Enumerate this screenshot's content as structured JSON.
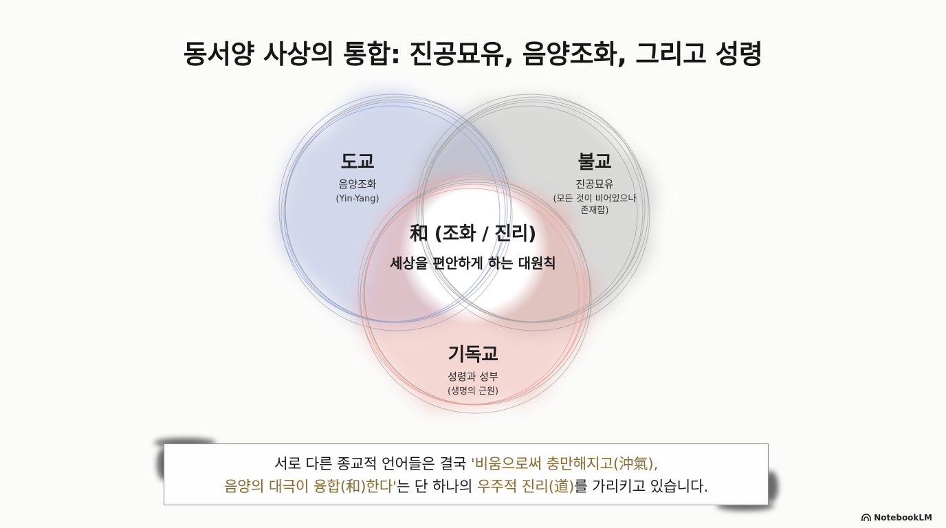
{
  "title": "동서양 사상의 통합: 진공묘유, 음양조화, 그리고 성령",
  "colors": {
    "taoism": "#9aa6d6",
    "buddhism": "#a9a9a9",
    "christianity": "#e9a29a",
    "gold": "#8c6a2c"
  },
  "circles": {
    "taoism": {
      "name": "도교",
      "line1": "음양조화",
      "line2": "(Yin-Yang)"
    },
    "buddhism": {
      "name": "불교",
      "line1": "진공묘유",
      "line2a": "(모든 것이 비어있으나",
      "line2b": "존재함)"
    },
    "christianity": {
      "name": "기독교",
      "line1": "성령과 성부",
      "line2": "(생명의 근원)"
    },
    "center": {
      "name": "和 (조화 / 진리)",
      "line1": "세상을 편안하게 하는 대원칙"
    }
  },
  "banner": {
    "l1a": "서로 다른 종교적 언어들은 결국 ",
    "l1b": "'비움으로써 충만해지고(沖氣),",
    "l2a": "음양의 대극이 융합(和)한다'",
    "l2b": "는 단 하나의 ",
    "l2c": "우주적 진리(道)",
    "l2d": "를 가리키고 있습니다."
  },
  "brand": {
    "icon": "notebooklm-logo-icon",
    "label": "NotebookLM"
  }
}
